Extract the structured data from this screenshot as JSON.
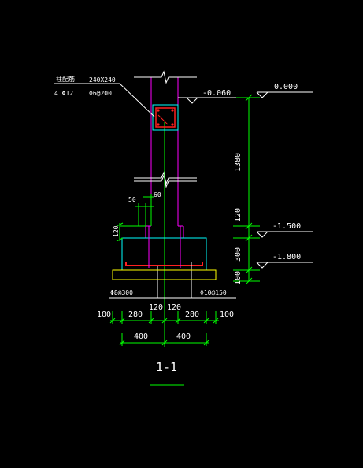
{
  "section_title": "1-1",
  "column_note": {
    "label": "柱配筋",
    "size": "240X240",
    "main_bars": "4 Φ12",
    "stirrups": "Φ6@200"
  },
  "elevations": {
    "column_level": "-0.060",
    "ground_level": "0.000",
    "step_top": "-1.500",
    "footing_top": "-1.800"
  },
  "vertical_dims": [
    "1380",
    "120",
    "300",
    "100"
  ],
  "left_dims": [
    "120",
    "50",
    "60"
  ],
  "rebar_labels": {
    "left": "Φ8@300",
    "right": "Φ10@150"
  },
  "bottom_dims": {
    "row1": [
      "100",
      "280",
      "120",
      "120",
      "280",
      "100"
    ],
    "row2": [
      "400",
      "400"
    ]
  },
  "colors": {
    "column": "#ff00ff",
    "footing": "#00ffff",
    "dimension": "#00ff00",
    "cushion": "#ffff00",
    "rebar": "#ff2020",
    "text": "#ffffff"
  }
}
